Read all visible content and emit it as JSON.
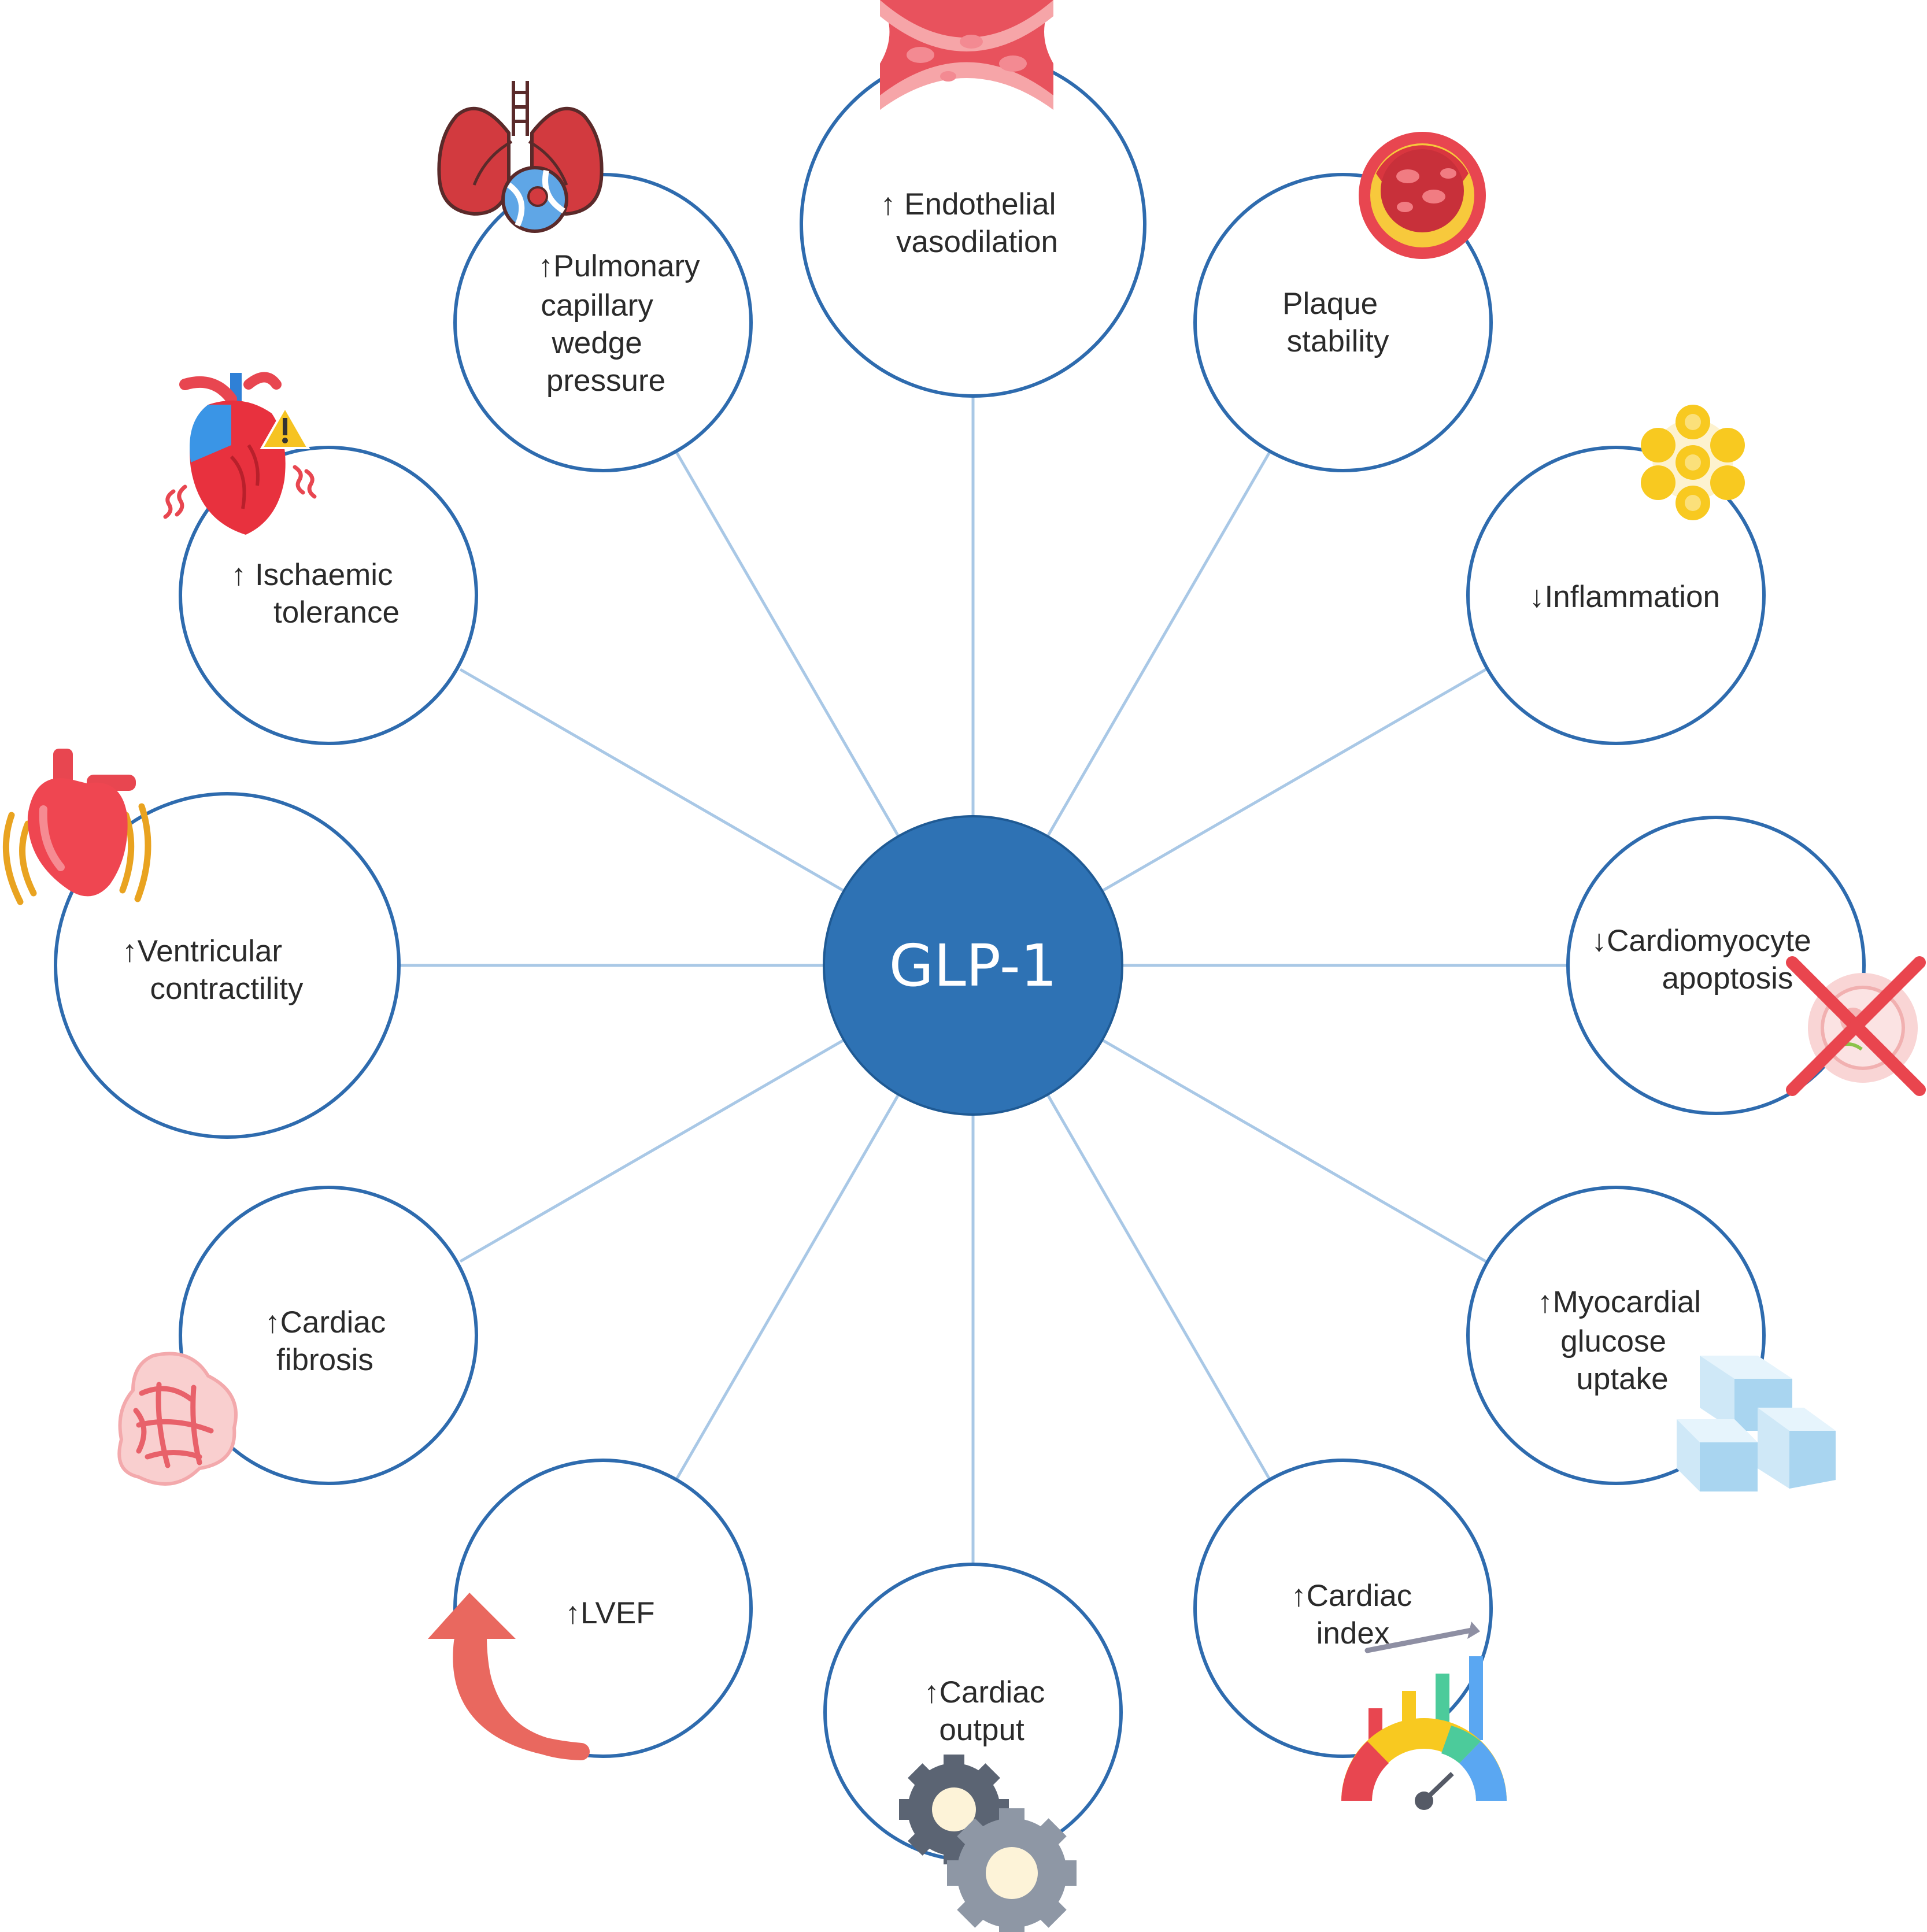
{
  "center": {
    "label": "GLP-1",
    "fill": "#2E72B4"
  },
  "colors": {
    "node_stroke": "#2E6BAE",
    "spoke": "#A9C8E6"
  },
  "nodes": [
    {
      "id": "endothelial",
      "lines": [
        "↑ Endothelial",
        "vasodilation"
      ],
      "icon": "blood-vessel-icon"
    },
    {
      "id": "plaque",
      "lines": [
        "Plaque",
        "stability"
      ],
      "icon": "plaque-artery-icon"
    },
    {
      "id": "inflammation",
      "lines": [
        "↓Inflammation"
      ],
      "icon": "inflammation-cells-icon"
    },
    {
      "id": "apoptosis",
      "lines": [
        "↓Cardiomyocyte",
        "apoptosis"
      ],
      "icon": "cell-cross-icon"
    },
    {
      "id": "glucose",
      "lines": [
        "↑Myocardial",
        "glucose",
        "uptake"
      ],
      "icon": "sugar-cubes-icon"
    },
    {
      "id": "cardiac-index",
      "lines": [
        "↑Cardiac",
        "index"
      ],
      "icon": "gauge-chart-icon"
    },
    {
      "id": "cardiac-output",
      "lines": [
        "↑Cardiac",
        "output"
      ],
      "icon": "gears-icon"
    },
    {
      "id": "lvef",
      "lines": [
        "↑LVEF"
      ],
      "icon": "curved-arrow-icon"
    },
    {
      "id": "fibrosis",
      "lines": [
        "↑Cardiac",
        "fibrosis"
      ],
      "icon": "fibrotic-tissue-icon"
    },
    {
      "id": "contractility",
      "lines": [
        "↑Ventricular",
        "contractility"
      ],
      "icon": "beating-heart-icon"
    },
    {
      "id": "ischaemic",
      "lines": [
        "↑ Ischaemic",
        "tolerance"
      ],
      "icon": "heart-warning-icon"
    },
    {
      "id": "pulmonary",
      "lines": [
        "↑Pulmonary",
        "capillary",
        "wedge",
        "pressure"
      ],
      "icon": "lungs-icon"
    }
  ]
}
